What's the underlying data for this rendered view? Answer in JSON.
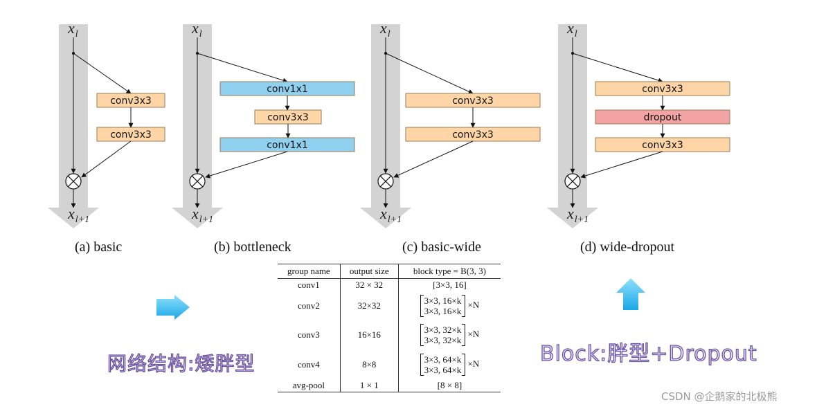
{
  "input_var": "x",
  "input_sub": "l",
  "output_var": "x",
  "output_sub": "l+1",
  "blocks": [
    {
      "caption": "(a)  basic",
      "layers": [
        {
          "label": "conv3x3",
          "kind": "conv"
        },
        {
          "label": "conv3x3",
          "kind": "conv"
        }
      ]
    },
    {
      "caption": "(b)  bottleneck",
      "layers": [
        {
          "label": "conv1x1",
          "kind": "conv1x1"
        },
        {
          "label": "conv3x3",
          "kind": "conv"
        },
        {
          "label": "conv1x1",
          "kind": "conv1x1"
        }
      ]
    },
    {
      "caption": "(c)  basic-wide",
      "layers": [
        {
          "label": "conv3x3",
          "kind": "conv"
        },
        {
          "label": "conv3x3",
          "kind": "conv"
        }
      ]
    },
    {
      "caption": "(d)  wide-dropout",
      "layers": [
        {
          "label": "conv3x3",
          "kind": "conv"
        },
        {
          "label": "dropout",
          "kind": "dropout"
        },
        {
          "label": "conv3x3",
          "kind": "conv"
        }
      ]
    }
  ],
  "colors": {
    "conv": "#fdd5a6",
    "conv1x1": "#8fd0ee",
    "dropout": "#f3a3a3",
    "shaft": "#d3d3d3",
    "arrow_cyan": "#2fb5ea"
  },
  "table": {
    "headers": [
      "group name",
      "output size",
      "block type = B(3, 3)"
    ],
    "rows": [
      {
        "name": "conv1",
        "size": "32 × 32",
        "lines": [
          "[3×3, 16]"
        ],
        "mult": ""
      },
      {
        "name": "conv2",
        "size": "32×32",
        "lines": [
          "3×3, 16×k",
          "3×3, 16×k"
        ],
        "mult": "×N"
      },
      {
        "name": "conv3",
        "size": "16×16",
        "lines": [
          "3×3, 32×k",
          "3×3, 32×k"
        ],
        "mult": "×N"
      },
      {
        "name": "conv4",
        "size": "8×8",
        "lines": [
          "3×3, 64×k",
          "3×3, 64×k"
        ],
        "mult": "×N"
      },
      {
        "name": "avg-pool",
        "size": "1 × 1",
        "lines": [
          "[8 × 8]"
        ],
        "mult": ""
      }
    ]
  },
  "notes": {
    "left": "网络结构:矮胖型",
    "right": "Block:胖型+Dropout"
  },
  "watermark": "CSDN @企鹅家的北极熊"
}
